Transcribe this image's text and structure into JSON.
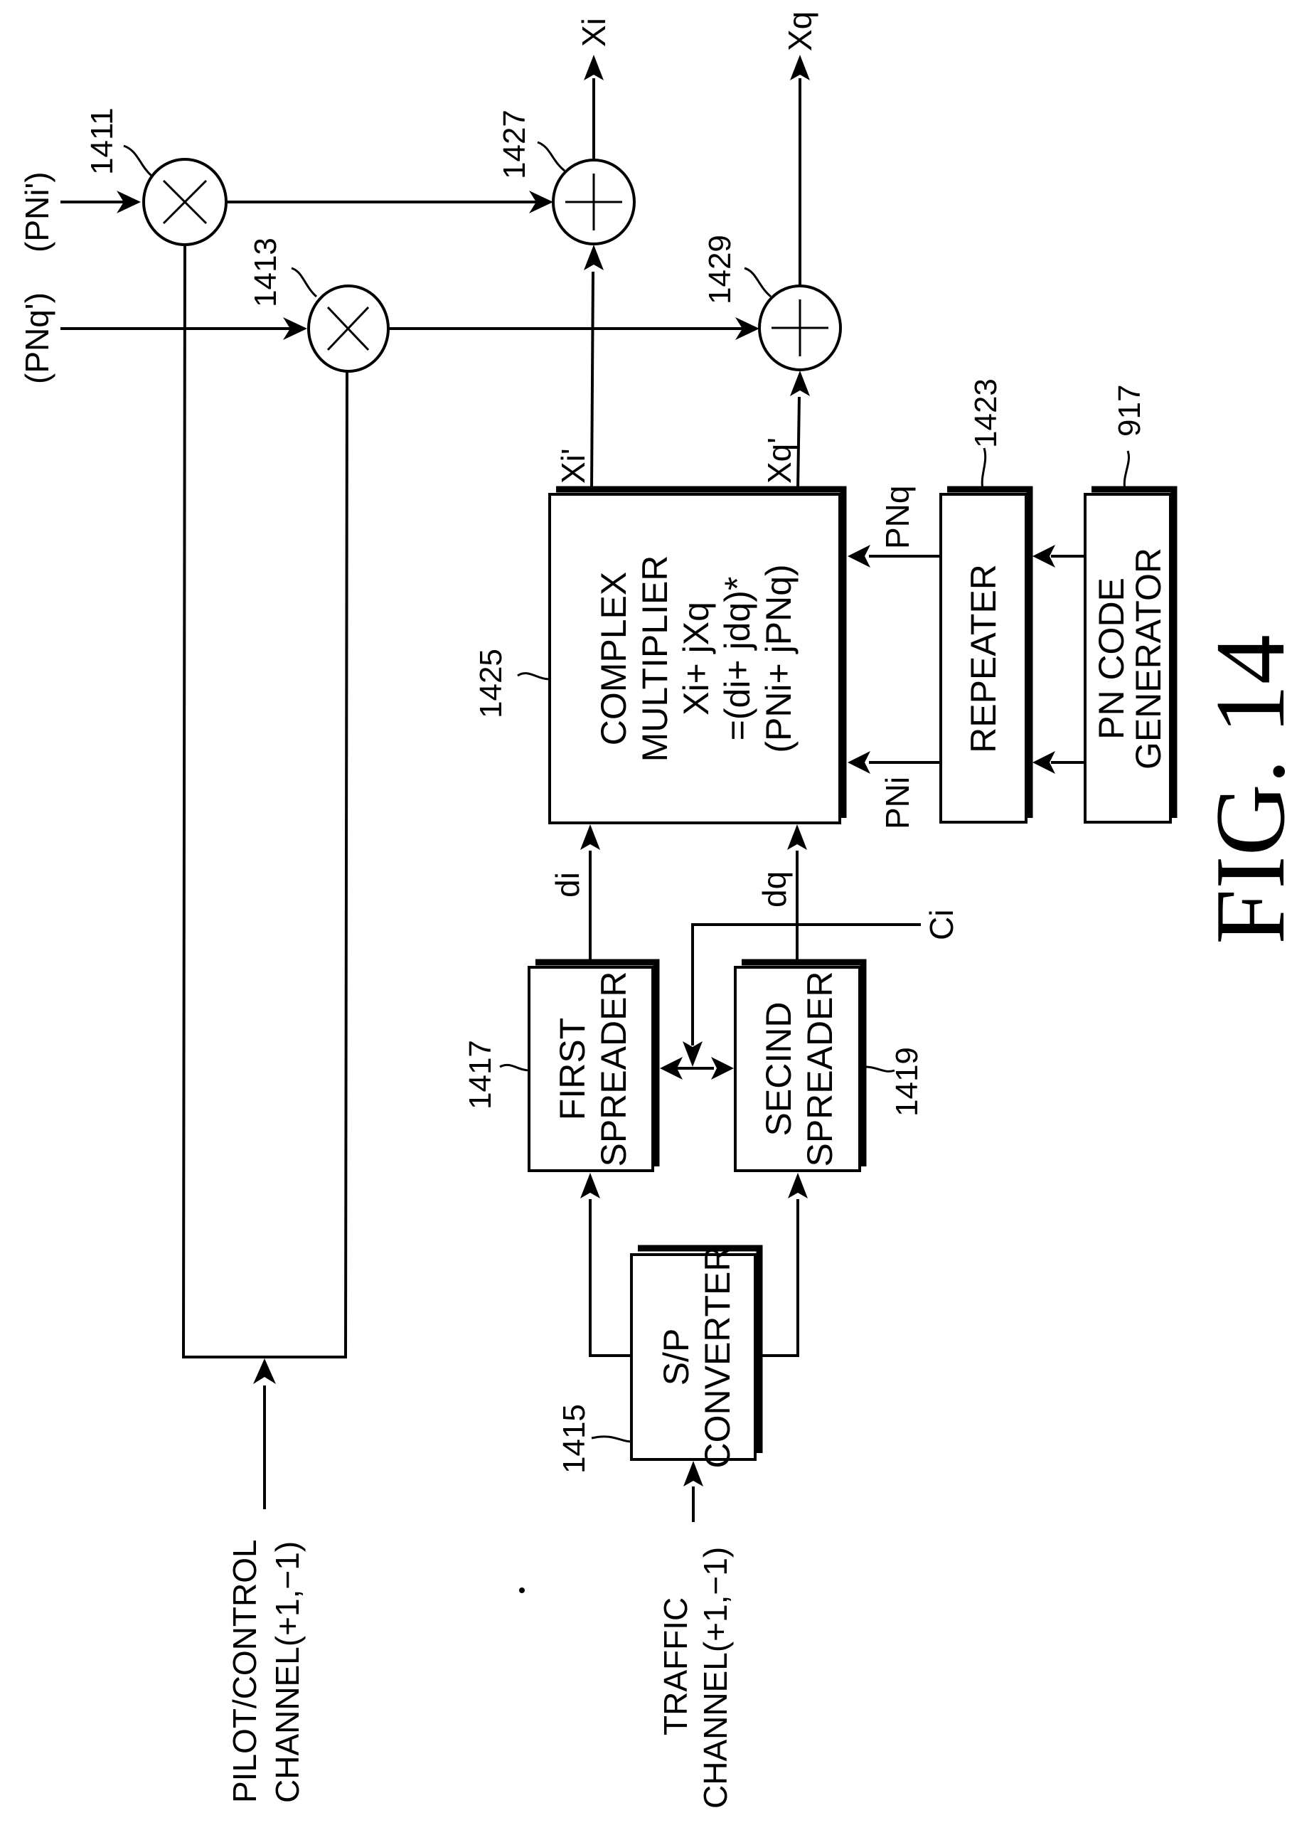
{
  "figure": {
    "title": "FIG. 14",
    "text_color": "#000000",
    "background": "#ffffff"
  },
  "inputs": {
    "pni_prime": "(PNi')",
    "pnq_prime": "(PNq')",
    "pilot_line1": "PILOT/CONTROL",
    "pilot_line2": "CHANNEL(+1,−1)",
    "traffic_line1": "TRAFFIC",
    "traffic_line2": "CHANNEL(+1,−1)",
    "ci": "Ci"
  },
  "outputs": {
    "xi": "Xi",
    "xq": "Xq"
  },
  "signals": {
    "xi_prime": "Xi'",
    "xq_prime": "Xq'",
    "di": "di",
    "dq": "dq",
    "pnq": "PNq",
    "pni": "PNi"
  },
  "blocks": {
    "complex_multiplier": {
      "ref": "1425",
      "lines": [
        "COMPLEX",
        "MULTIPLIER",
        "Xi+ jXq",
        "=(di+ jdq)*",
        "(PNi+ jPNq)"
      ]
    },
    "repeater": {
      "ref": "1423",
      "lines": [
        "REPEATER"
      ]
    },
    "pn_code_generator": {
      "ref": "917",
      "lines": [
        "PN CODE",
        "GENERATOR"
      ]
    },
    "first_spreader": {
      "ref": "1417",
      "lines": [
        "FIRST",
        "SPREADER"
      ]
    },
    "second_spreader": {
      "ref": "1419",
      "lines": [
        "SECIND",
        "SPREADER"
      ]
    },
    "sp_converter": {
      "ref": "1415",
      "lines": [
        "S/P",
        "CONVERTER"
      ]
    }
  },
  "nodes": {
    "multiplier_1": {
      "ref": "1411",
      "symbol": "multiply"
    },
    "multiplier_2": {
      "ref": "1413",
      "symbol": "multiply"
    },
    "adder_1": {
      "ref": "1427",
      "symbol": "add"
    },
    "adder_2": {
      "ref": "1429",
      "symbol": "add"
    }
  }
}
